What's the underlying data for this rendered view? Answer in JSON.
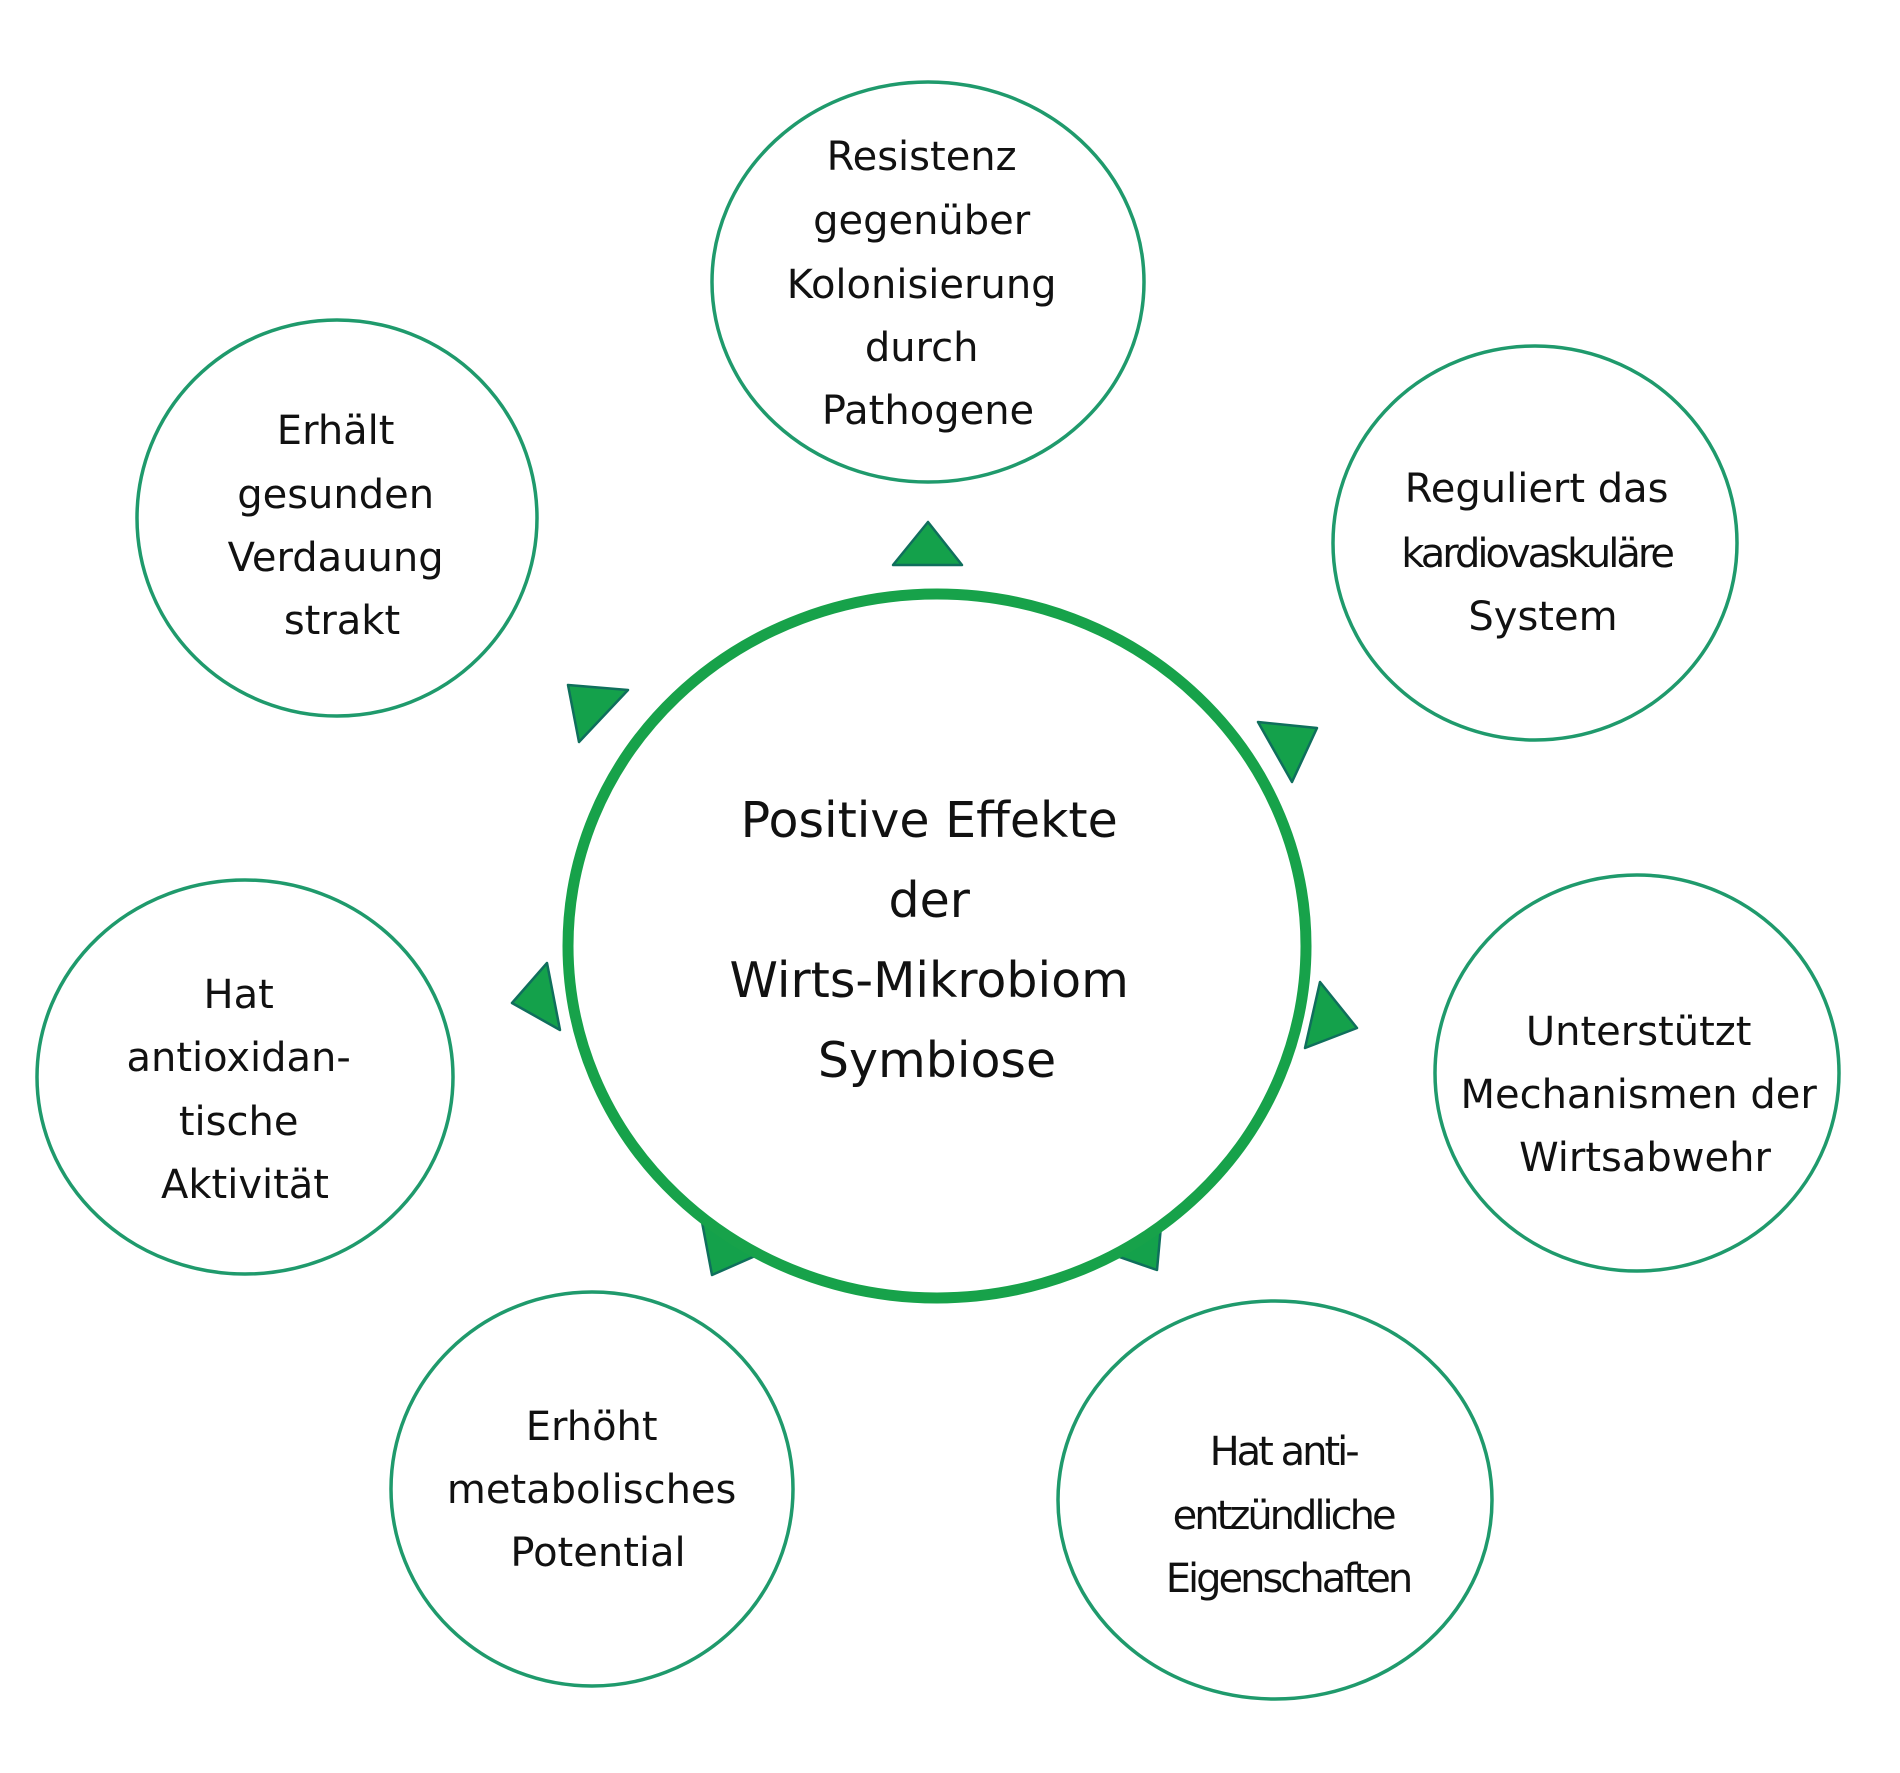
{
  "diagram": {
    "title": "Positive Effekte der Wirts-Mikrobiom Symbiose",
    "center": {
      "lines": [
        "Positive Effekte",
        "der",
        "Wirts-Mikrobiom",
        "Symbiose"
      ]
    },
    "effects": [
      {
        "id": "resistance",
        "position": "top",
        "lines": [
          "Resistenz",
          "gegenüber",
          "Kolonisierung",
          "durch",
          "Pathogene"
        ]
      },
      {
        "id": "cardiovascular",
        "position": "top-right",
        "lines": [
          "Reguliert das",
          "kardiovaskuläre",
          "System"
        ]
      },
      {
        "id": "host-defense",
        "position": "right",
        "lines": [
          "Unterstützt",
          "Mechanismen der",
          "Wirtsabwehr"
        ]
      },
      {
        "id": "anti-inflammatory",
        "position": "bottom-right",
        "lines": [
          "Hat anti-",
          "entzündliche",
          "Eigenschaften"
        ]
      },
      {
        "id": "metabolic",
        "position": "bottom-left",
        "lines": [
          "Erhöht",
          "metabolisches",
          "Potential"
        ]
      },
      {
        "id": "antioxidant",
        "position": "left",
        "lines": [
          "Hat",
          "antioxidan-",
          "tische",
          "Aktivität"
        ]
      },
      {
        "id": "digestion",
        "position": "top-left",
        "lines": [
          "Erhält",
          "gesunden",
          "Verdauung",
          "strakt"
        ]
      }
    ],
    "colors": {
      "main_ring": "#17a24a",
      "outer_ring": "#1f9a6c",
      "arrow_fill": "#14a14b",
      "arrow_edge": "#0f6f5c",
      "text": "#111111",
      "background": "#ffffff"
    }
  }
}
